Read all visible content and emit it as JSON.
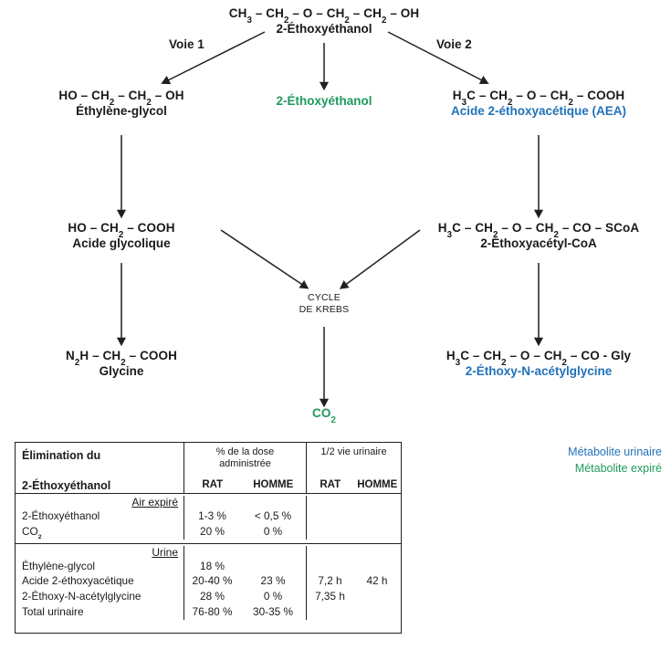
{
  "diagram": {
    "root": {
      "formula": "CH3 – CH2 – O – CH2 – CH2 – OH",
      "name": "2-Éthoxyéthanol"
    },
    "paths": {
      "left": "Voie 1",
      "right": "Voie 2"
    },
    "left_branch": {
      "step1": {
        "formula": "HO – CH2 – CH2 – OH",
        "name": "Éthylène-glycol"
      },
      "step2": {
        "formula": "HO – CH2 –  COOH",
        "name": "Acide glycolique"
      },
      "step3": {
        "formula": "N2H – CH2 –  COOH",
        "name": "Glycine"
      }
    },
    "middle_branch": {
      "name": "2-Éthoxyéthanol",
      "product": "CO2"
    },
    "right_branch": {
      "step1": {
        "formula": "H3C – CH2 – O – CH2 – COOH",
        "name": "Acide 2-éthoxyacétique (AEA)"
      },
      "step2": {
        "formula": "H3C – CH2 – O – CH2 – CO – SCoA",
        "name": "2-Éthoxyacétyl-CoA"
      },
      "step3": {
        "formula": "H3C – CH2 – O – CH2 – CO - Gly",
        "name": "2-Éthoxy-N-acétylglycine"
      }
    },
    "krebs": {
      "line1": "CYCLE",
      "line2": "DE KREBS"
    }
  },
  "legend": {
    "urinary": "Métabolite urinaire",
    "expired": "Métabolite expiré",
    "urinary_color": "#2272b8",
    "expired_color": "#1f9a5c"
  },
  "table": {
    "corner_title_line1": "Élimination du",
    "corner_title_line2": "2-Éthoxyéthanol",
    "group1_title_line1": "% de la dose",
    "group1_title_line2": "administrée",
    "group2_title": "1/2 vie urinaire",
    "sub_headers": {
      "rat1": "RAT",
      "homme1": "HOMME",
      "rat2": "RAT",
      "homme2": "HOMME"
    },
    "sections": [
      {
        "heading": "Air expiré",
        "rows": [
          {
            "label": "2-Éthoxyéthanol",
            "rat1": "1-3 %",
            "homme1": "< 0,5 %",
            "rat2": "",
            "homme2": ""
          },
          {
            "label": "CO2",
            "rat1": "20 %",
            "homme1": "0 %",
            "rat2": "",
            "homme2": ""
          }
        ]
      },
      {
        "heading": "Urine",
        "rows": [
          {
            "label": "Éthylène-glycol",
            "rat1": "18 %",
            "homme1": "",
            "rat2": "",
            "homme2": ""
          },
          {
            "label": "Acide 2-éthoxyacétique",
            "rat1": "20-40 %",
            "homme1": "23 %",
            "rat2": "7,2 h",
            "homme2": "42 h"
          },
          {
            "label": "2-Éthoxy-N-acétylglycine",
            "rat1": "28 %",
            "homme1": "0 %",
            "rat2": "7,35 h",
            "homme2": ""
          },
          {
            "label": "Total urinaire",
            "rat1": "76-80 %",
            "homme1": "30-35 %",
            "rat2": "",
            "homme2": ""
          }
        ]
      }
    ]
  }
}
